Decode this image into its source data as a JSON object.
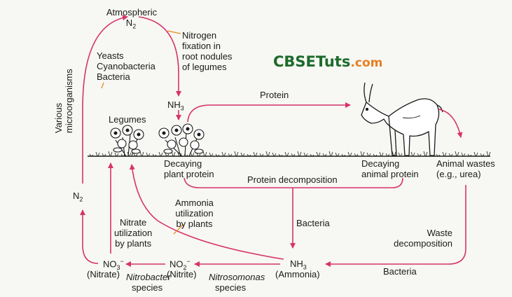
{
  "logo": {
    "part1": "CBSETuts",
    "part2": ".com"
  },
  "labels": {
    "atmospheric": "Atmospheric",
    "n2_top": "N",
    "n2_top_sub": "2",
    "fixation": "Nitrogen\nfixation in\nroot nodules\nof legumes",
    "organisms": "Yeasts\nCyanobacteria\nBacteria",
    "various": "Various\nmicroorganisms",
    "nh3_top": "NH",
    "nh3_top_sub": "3",
    "legumes": "Legumes",
    "protein": "Protein",
    "decaying_plant": "Decaying\nplant protein",
    "decaying_animal": "Decaying\nanimal protein",
    "animal_wastes": "Animal wastes\n(e.g., urea)",
    "protein_decomposition": "Protein decomposition",
    "n2_left": "N",
    "n2_left_sub": "2",
    "ammonia_util": "Ammonia\nutilization\nby plants",
    "nitrate_util": "Nitrate\nutilization\nby plants",
    "bacteria_mid": "Bacteria",
    "waste_decomposition": "Waste\ndecomposition",
    "bacteria_bottom": "Bacteria",
    "nh3_bottom": "NH",
    "nh3_bottom_sub": "3",
    "ammonia": "(Ammonia)",
    "no2": "NO",
    "no2_sub": "2",
    "no2_sup": "−",
    "nitrite": "(Nitrite)",
    "no3": "NO",
    "no3_sub": "3",
    "no3_sup": "−",
    "nitrate": "(Nitrate)",
    "nitrobacter": "Nitrobacter",
    "nitrobacter_species": "species",
    "nitrosomonas": "Nitrosomonas",
    "nitrosomonas_species": "species"
  },
  "colors": {
    "arrow": "#d6336c",
    "pointer": "#e8891c",
    "ink": "#1a1a1a",
    "logo_main": "#1c6b2c",
    "logo_accent": "#e67e22",
    "background": "#f7f7f3"
  }
}
